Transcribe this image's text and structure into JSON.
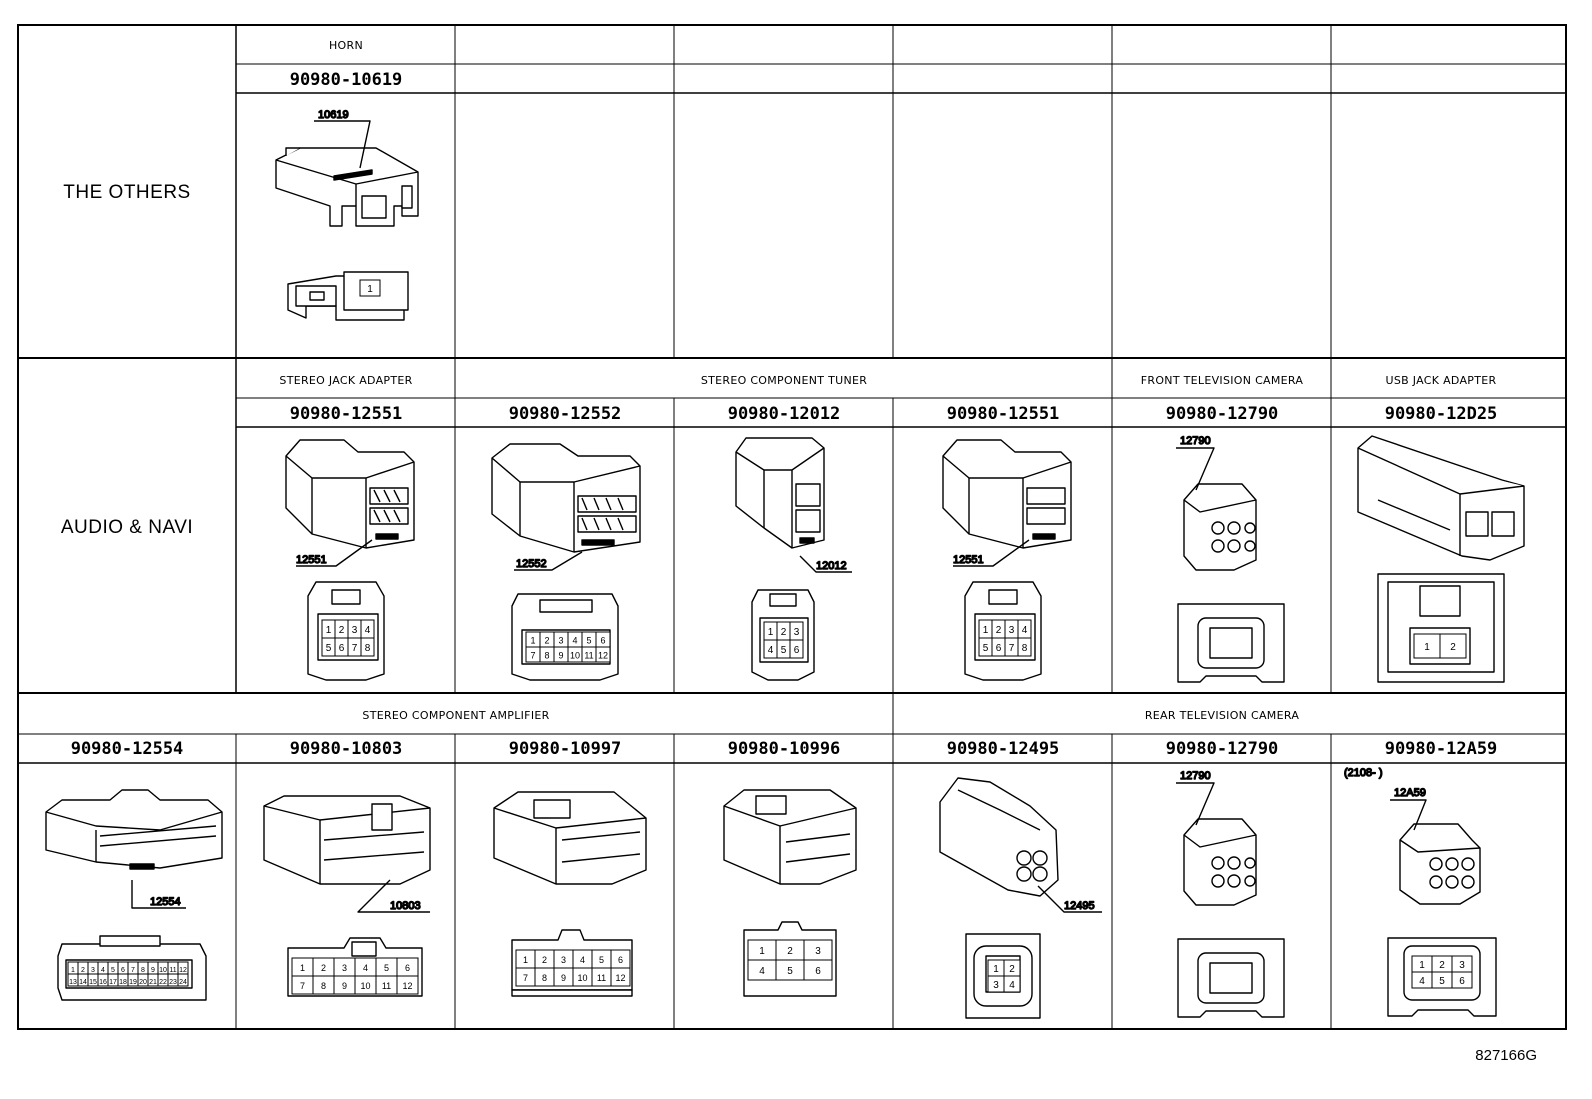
{
  "sections": {
    "others": "THE OTHERS",
    "audio": "AUDIO & NAVI"
  },
  "headers": {
    "horn": "HORN",
    "stereo_jack": "STEREO JACK ADAPTER",
    "stereo_tuner": "STEREO COMPONENT TUNER",
    "front_camera": "FRONT TELEVISION CAMERA",
    "usb_jack": "USB JACK ADAPTER",
    "stereo_amp": "STEREO COMPONENT AMPLIFIER",
    "rear_camera": "REAR TELEVISION CAMERA"
  },
  "parts": {
    "r1c1": "90980-10619",
    "r2c1": "90980-12551",
    "r2c2": "90980-12552",
    "r2c3": "90980-12012",
    "r2c4": "90980-12551",
    "r2c5": "90980-12790",
    "r2c6": "90980-12D25",
    "r3c0": "90980-12554",
    "r3c1": "90980-10803",
    "r3c2": "90980-10997",
    "r3c3": "90980-10996",
    "r3c4": "90980-12495",
    "r3c5": "90980-12790",
    "r3c6": "90980-12A59"
  },
  "tags": {
    "r1c1": "10619",
    "r2c1": "12551",
    "r2c2": "12552",
    "r2c3": "12012",
    "r2c4": "12551",
    "r2c5": "12790",
    "r3c0": "12554",
    "r3c1": "10803",
    "r3c4": "12495",
    "r3c5": "12790",
    "r3c6": "12A59",
    "r3c6_date": "(2108-     )"
  },
  "pins": {
    "p1": [
      "1"
    ],
    "p8": [
      "1",
      "2",
      "3",
      "4",
      "5",
      "6",
      "7",
      "8"
    ],
    "p12": [
      "1",
      "2",
      "3",
      "4",
      "5",
      "6",
      "7",
      "8",
      "9",
      "10",
      "11",
      "12"
    ],
    "p6": [
      "1",
      "2",
      "3",
      "4",
      "5",
      "6"
    ],
    "p2": [
      "1",
      "2"
    ],
    "p4": [
      "1",
      "2",
      "3",
      "4"
    ],
    "p24": [
      "1",
      "2",
      "3",
      "4",
      "5",
      "6",
      "7",
      "8",
      "9",
      "10",
      "11",
      "12",
      "13",
      "14",
      "15",
      "16",
      "17",
      "18",
      "19",
      "20",
      "21",
      "22",
      "23",
      "24"
    ]
  },
  "diagram_id": "827166G"
}
